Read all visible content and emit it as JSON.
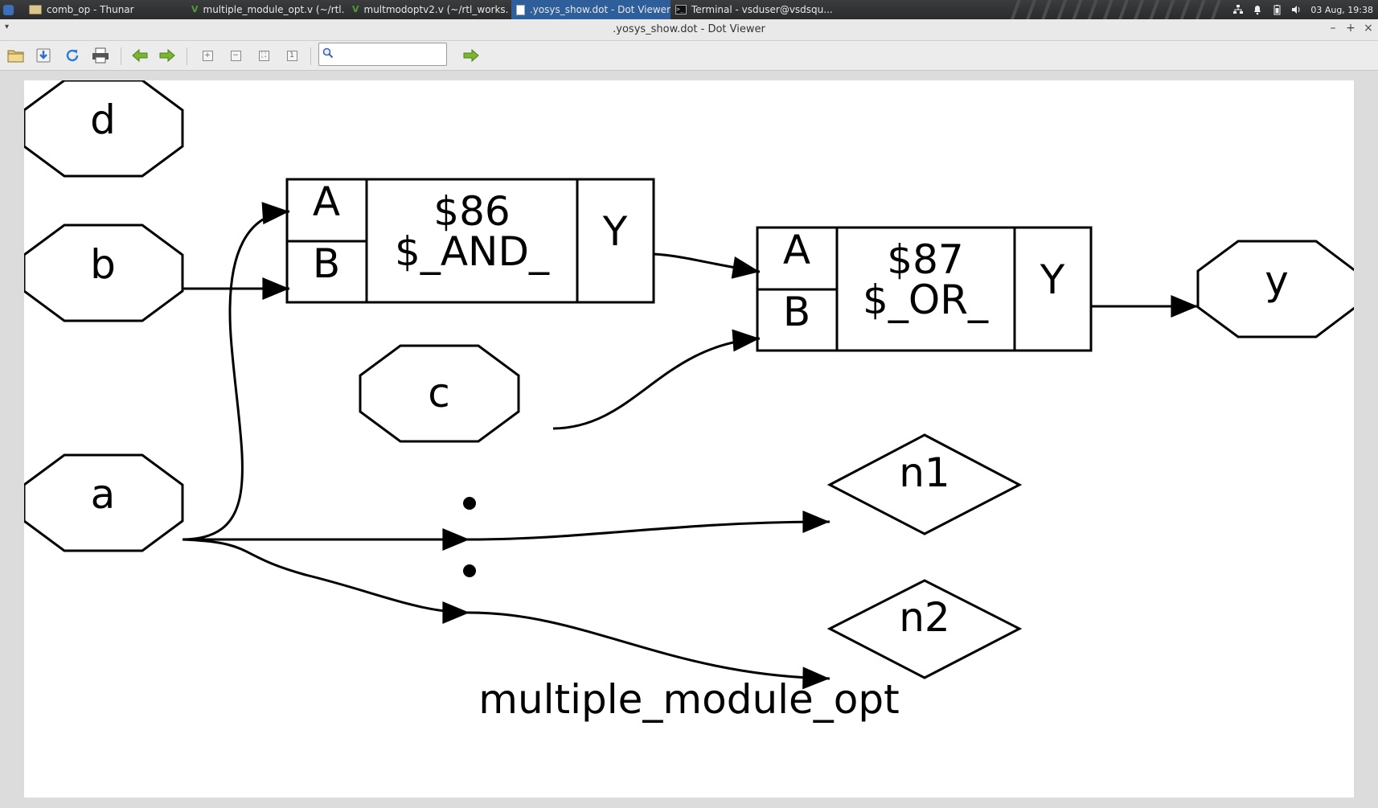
{
  "taskbar": {
    "tasks": [
      {
        "label": "comb_op - Thunar",
        "icon": "folder-icon"
      },
      {
        "label": "multiple_module_opt.v (~/rtl...",
        "icon": "vim-icon"
      },
      {
        "label": "multmodoptv2.v (~/rtl_works...",
        "icon": "vim-icon"
      },
      {
        "label": ".yosys_show.dot - Dot Viewer",
        "icon": "dot-viewer-icon",
        "active": true
      },
      {
        "label": "Terminal - vsduser@vsdsqu...",
        "icon": "terminal-icon"
      }
    ],
    "clock": "03 Aug, 19:38"
  },
  "window": {
    "title": ".yosys_show.dot - Dot Viewer",
    "menu_glyph": "▾",
    "minimize": "–",
    "maximize": "+",
    "close": "×"
  },
  "toolbar": {
    "search_value": ""
  },
  "graph": {
    "caption": "multiple_module_opt",
    "inputs": {
      "d": "d",
      "b": "b",
      "c": "c",
      "a": "a"
    },
    "output_y": "y",
    "and_cell": {
      "id": "$86",
      "type": "$_AND_",
      "port_a": "A",
      "port_b": "B",
      "port_y": "Y"
    },
    "or_cell": {
      "id": "$87",
      "type": "$_OR_",
      "port_a": "A",
      "port_b": "B",
      "port_y": "Y"
    },
    "wires": {
      "n1": "n1",
      "n2": "n2"
    }
  },
  "colors": {
    "taskbar_bg": "#2a2b2d",
    "active_task": "#2f5f9a",
    "canvas_bg": "#dcdcdc",
    "graph_stroke": "#000000"
  }
}
